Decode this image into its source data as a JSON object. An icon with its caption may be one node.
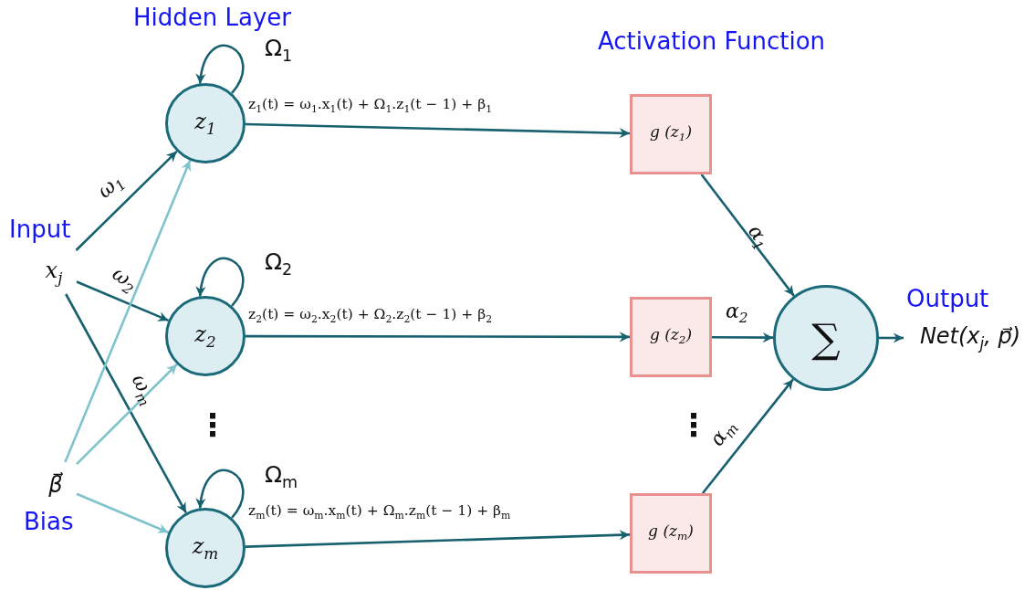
{
  "diagram": {
    "nodes": [
      {
        "text": [
          "x$_{j}$"
        ],
        "beside": [
          "Input"
        ]
      },
      {
        "text": [
          "β⃗"
        ],
        "beside": [
          "Bias"
        ]
      },
      {
        "text": [
          "z$_{1}$"
        ]
      },
      {
        "text": [
          "z$_{2}$"
        ]
      },
      {
        "text": [
          "z$_{m}$"
        ]
      },
      {
        "text": [
          "g (z$_{1}$)"
        ]
      },
      {
        "text": [
          "g (z$_{2}$)"
        ]
      },
      {
        "text": [
          "g (z$_{m}$)"
        ]
      },
      {
        "text": [
          "∑"
        ]
      },
      {
        "text": [
          "Net(x$_{j}$, p⃗)"
        ],
        "beside": [
          "Output"
        ]
      }
    ],
    "edges": [
      {
        "from": 0,
        "to": 2,
        "arrow": "to",
        "label": "ω$_{1}$"
      },
      {
        "from": 0,
        "to": 3,
        "arrow": "to",
        "label": "ω$_{2}$"
      },
      {
        "from": 0,
        "to": 4,
        "arrow": "to",
        "label": "ω$_{m}$"
      },
      {
        "from": 1,
        "to": 2,
        "arrow": "to",
        "color": "#7fc3cc"
      },
      {
        "from": 1,
        "to": 3,
        "arrow": "to",
        "color": "#7fc3cc"
      },
      {
        "from": 1,
        "to": 4,
        "arrow": "to",
        "color": "#7fc3cc"
      },
      {
        "from": 2,
        "to": 2,
        "arrow": "to",
        "label": "Ω$_{1}$"
      },
      {
        "from": 3,
        "to": 3,
        "arrow": "to",
        "label": "Ω$_{2}$"
      },
      {
        "from": 4,
        "to": 4,
        "arrow": "to",
        "label": "Ω$_{m}$"
      },
      {
        "from": 2,
        "to": 5,
        "arrow": "to",
        "label": "z$_{1}$(t) = ω$_{1}$.x$_{1}$(t) + Ω$_{1}$.z$_{1}$(t − 1) + β$_{1}$"
      },
      {
        "from": 3,
        "to": 6,
        "arrow": "to",
        "label": "z$_{2}$(t) = ω$_{2}$.x$_{2}$(t) + Ω$_{2}$.z$_{2}$(t − 1) + β$_{2}$"
      },
      {
        "from": 4,
        "to": 7,
        "arrow": "to",
        "label": "z$_{m}$(t) = ω$_{m}$.x$_{m}$(t) + Ω$_{m}$.z$_{m}$(t − 1) + β$_{m}$"
      },
      {
        "from": 5,
        "to": 8,
        "arrow": "to",
        "label": "α$_{1}$"
      },
      {
        "from": 6,
        "to": 8,
        "arrow": "to",
        "label": "α$_{2}$"
      },
      {
        "from": 7,
        "to": 8,
        "arrow": "to",
        "label": "α$_{m}$"
      },
      {
        "from": 8,
        "to": 9,
        "arrow": "to"
      }
    ],
    "labels": [
      "Hidden Layer",
      "Activation Function",
      "⋮",
      "⋮"
    ]
  }
}
